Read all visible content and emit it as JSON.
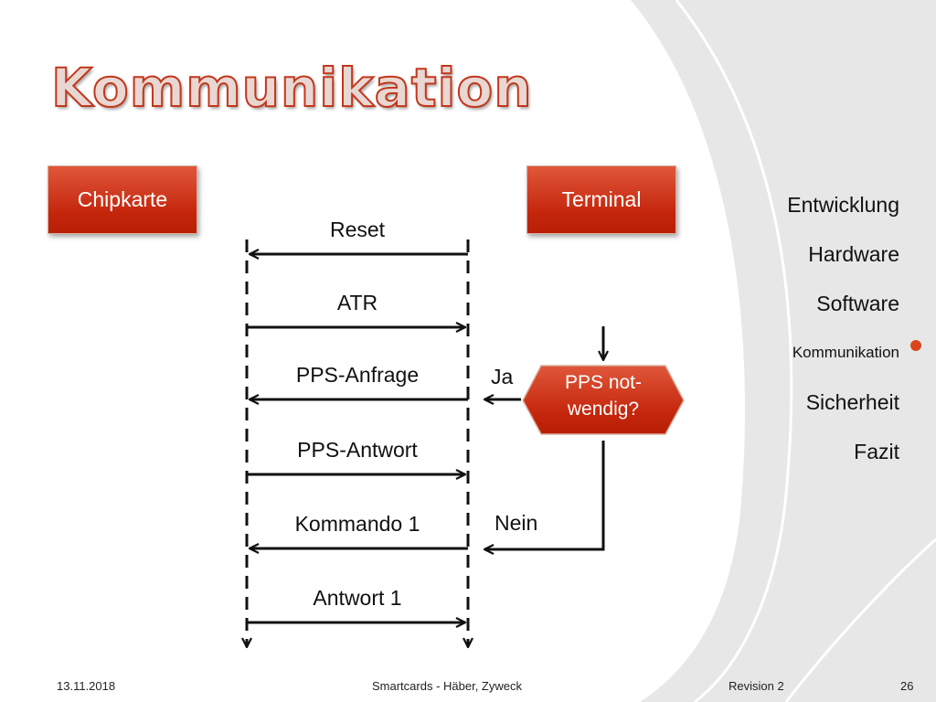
{
  "slide": {
    "title": "Kommunikation",
    "entity_left": "Chipkarte",
    "entity_right": "Terminal",
    "messages": [
      {
        "label": "Reset",
        "direction": "to-chipkarte"
      },
      {
        "label": "ATR",
        "direction": "to-terminal"
      },
      {
        "label": "PPS-Anfrage",
        "direction": "to-chipkarte"
      },
      {
        "label": "PPS-Antwort",
        "direction": "to-terminal"
      },
      {
        "label": "Kommando 1",
        "direction": "to-chipkarte"
      },
      {
        "label": "Antwort 1",
        "direction": "to-terminal"
      }
    ],
    "decision": {
      "line1": "PPS not-",
      "line2": "wendig?",
      "yes": "Ja",
      "no": "Nein"
    }
  },
  "nav": {
    "items": [
      "Entwicklung",
      "Hardware",
      "Software",
      "Kommunikation",
      "Sicherheit",
      "Fazit"
    ],
    "active": "Kommunikation"
  },
  "footer": {
    "date": "13.11.2018",
    "center": "Smartcards - Häber, Zyweck",
    "revision": "Revision 2",
    "page": "26"
  },
  "colors": {
    "accent": "#c4260c",
    "title_outline": "#c2371c",
    "active_dot": "#d9461c"
  }
}
